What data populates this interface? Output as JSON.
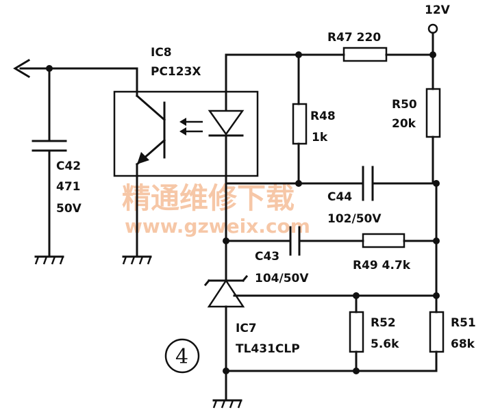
{
  "labels": {
    "supply": "12V",
    "r47": "R47  220",
    "ic8_ref": "IC8",
    "ic8_part": "PC123X",
    "r48_ref": "R48",
    "r48_val": "1k",
    "r50_ref": "R50",
    "r50_val": "20k",
    "c42_ref": "C42",
    "c42_val": "471",
    "c42_volt": "50V",
    "c44_ref": "C44",
    "c44_val": "102/50V",
    "c43_ref": "C43",
    "c43_val": "104/50V",
    "r49": "R49  4.7k",
    "ic7_ref": "IC7",
    "ic7_part": "TL431CLP",
    "r52_ref": "R52",
    "r52_val": "5.6k",
    "r51_ref": "R51",
    "r51_val": "68k",
    "figure_number": "4"
  },
  "watermark": {
    "line1": "精通维修下载",
    "line2": "www.gzweix.com"
  },
  "colors": {
    "ink": "#111111",
    "watermark": "#f4b58a"
  }
}
